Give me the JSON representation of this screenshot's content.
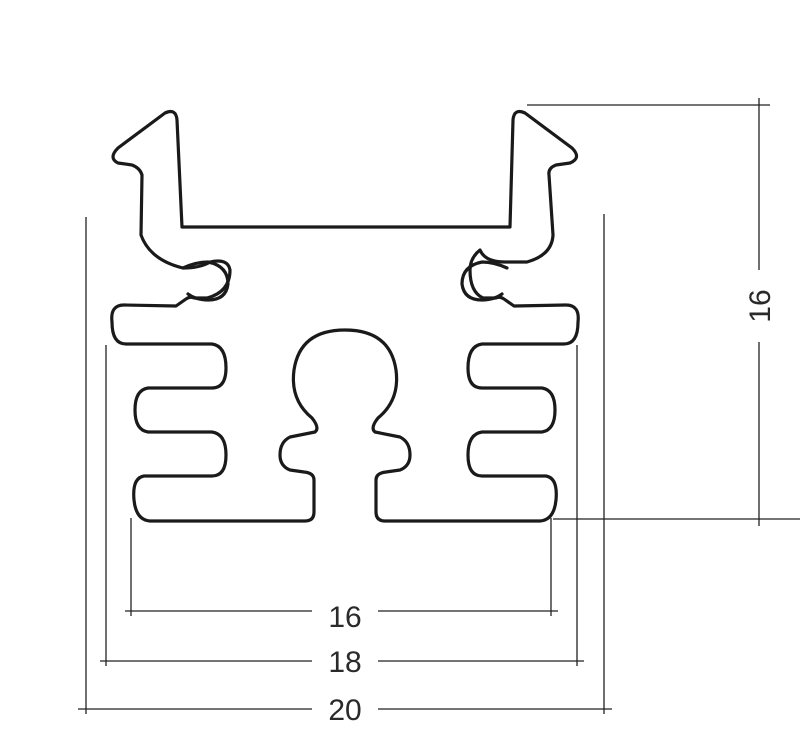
{
  "dimensions": {
    "width_inner": "16",
    "width_middle": "18",
    "width_outer": "20",
    "height": "16"
  },
  "colors": {
    "line": "#1a1a1a",
    "background": "#ffffff"
  }
}
